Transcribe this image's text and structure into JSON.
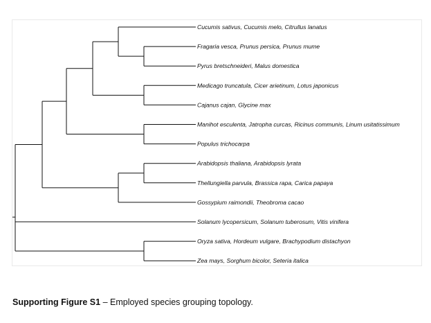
{
  "tree": {
    "leaves": [
      "Cucumis sativus, Cucumis melo, Citrullus lanatus",
      "Fragaria vesca, Prunus persica, Prunus mume",
      "Pyrus bretschneideri, Malus domestica",
      "Medicago truncatula, Cicer arietinum, Lotus japonicus",
      "Cajanus cajan, Glycine max",
      "Manihot esculenta, Jatropha curcas, Ricinus communis, Linum usitatissimum",
      "Populus trichocarpa",
      "Arabidopsis thaliana, Arabidopsis lyrata",
      "Thellungiella parvula, Brassica rapa, Carica papaya",
      "Gossypium raimondii, Theobroma cacao",
      "Solanum lycopersicum, Solanum tuberosum, Vitis vinifera",
      "Oryza sativa, Hordeum vulgare, Brachypodium distachyon",
      "Zea mays, Sorghum bicolor, Seteria italica"
    ],
    "topology": [
      [
        [
          [
            [
              [
                [
                  0,
                  [
                    1,
                    2
                  ]
                ],
                [
                  3,
                  4
                ]
              ],
              [
                5,
                6
              ]
            ],
            [
              [
                7,
                8
              ],
              9
            ]
          ],
          10
        ]
      ],
      [
        11,
        12
      ]
    ]
  },
  "caption": {
    "label": "Supporting Figure S1",
    "text": " – Employed species grouping topology."
  }
}
